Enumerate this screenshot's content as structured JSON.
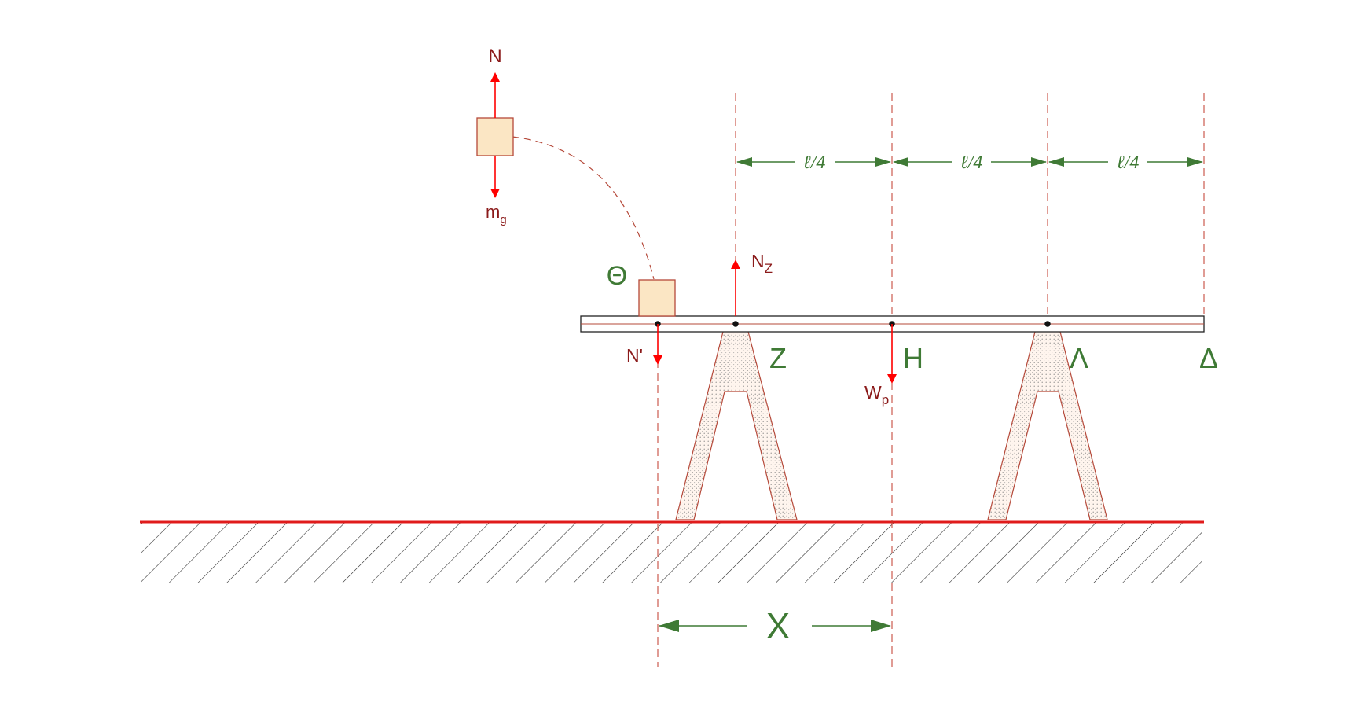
{
  "colors": {
    "force": "#ff0000",
    "label_dark": "#8b1a1a",
    "label_green": "#3f7a35",
    "box_fill": "#fbe6c4",
    "outline": "#b5493a",
    "guide": "#c0392b",
    "ground": "#e01b1b"
  },
  "forces": {
    "n_top": "N",
    "mg_main": "m",
    "mg_sub": "g",
    "nz_main": "N",
    "nz_sub": "Z",
    "n_prime": "N'",
    "wp_main": "W",
    "wp_sub": "p"
  },
  "points": {
    "theta": "Θ",
    "z": "Z",
    "h": "H",
    "lambda": "Λ",
    "delta": "Δ"
  },
  "dimensions": {
    "quarter_1": "ℓ/4",
    "quarter_2": "ℓ/4",
    "quarter_3": "ℓ/4",
    "x": "X"
  },
  "icons": {
    "arrow": "arrow-icon",
    "block": "block-icon",
    "trestle": "trestle-icon",
    "ground": "ground-hatch-icon"
  }
}
